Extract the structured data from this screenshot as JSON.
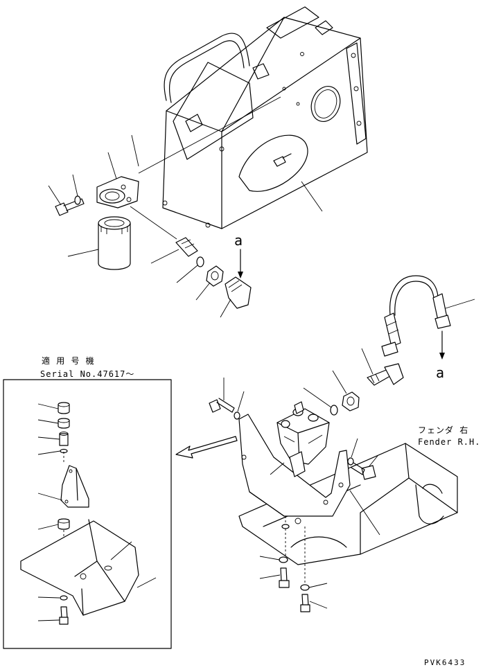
{
  "labels": {
    "arrow_a_upper": "a",
    "arrow_a_right": "a",
    "serial_jp": "適 用 号 機",
    "serial_en": "Serial No.47617～",
    "fender_jp": "フェンダ 右",
    "fender_en": "Fender R.H.",
    "drawing_code": "PVK6433"
  }
}
